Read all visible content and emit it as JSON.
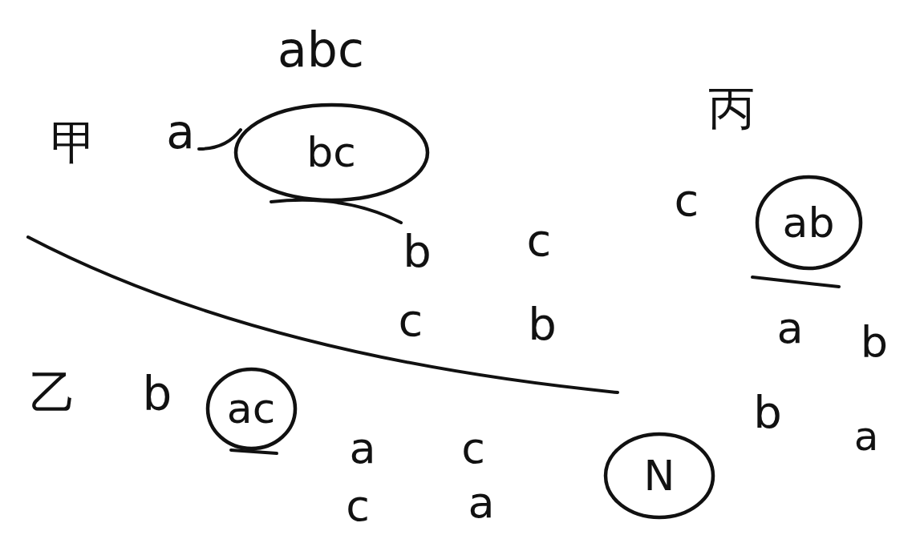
{
  "diagram": {
    "nodes": [
      {
        "text": [
          "bc"
        ]
      },
      {
        "text": [
          "ab"
        ]
      },
      {
        "text": [
          "ac"
        ]
      },
      {
        "text": [
          "N"
        ]
      }
    ],
    "edges": [],
    "labels": [
      "abc",
      "甲",
      "a",
      "b",
      "c",
      "c",
      "b",
      "丙",
      "c",
      "a",
      "b",
      "b",
      "a",
      "乙",
      "b",
      "a",
      "c",
      "c",
      "a"
    ]
  }
}
